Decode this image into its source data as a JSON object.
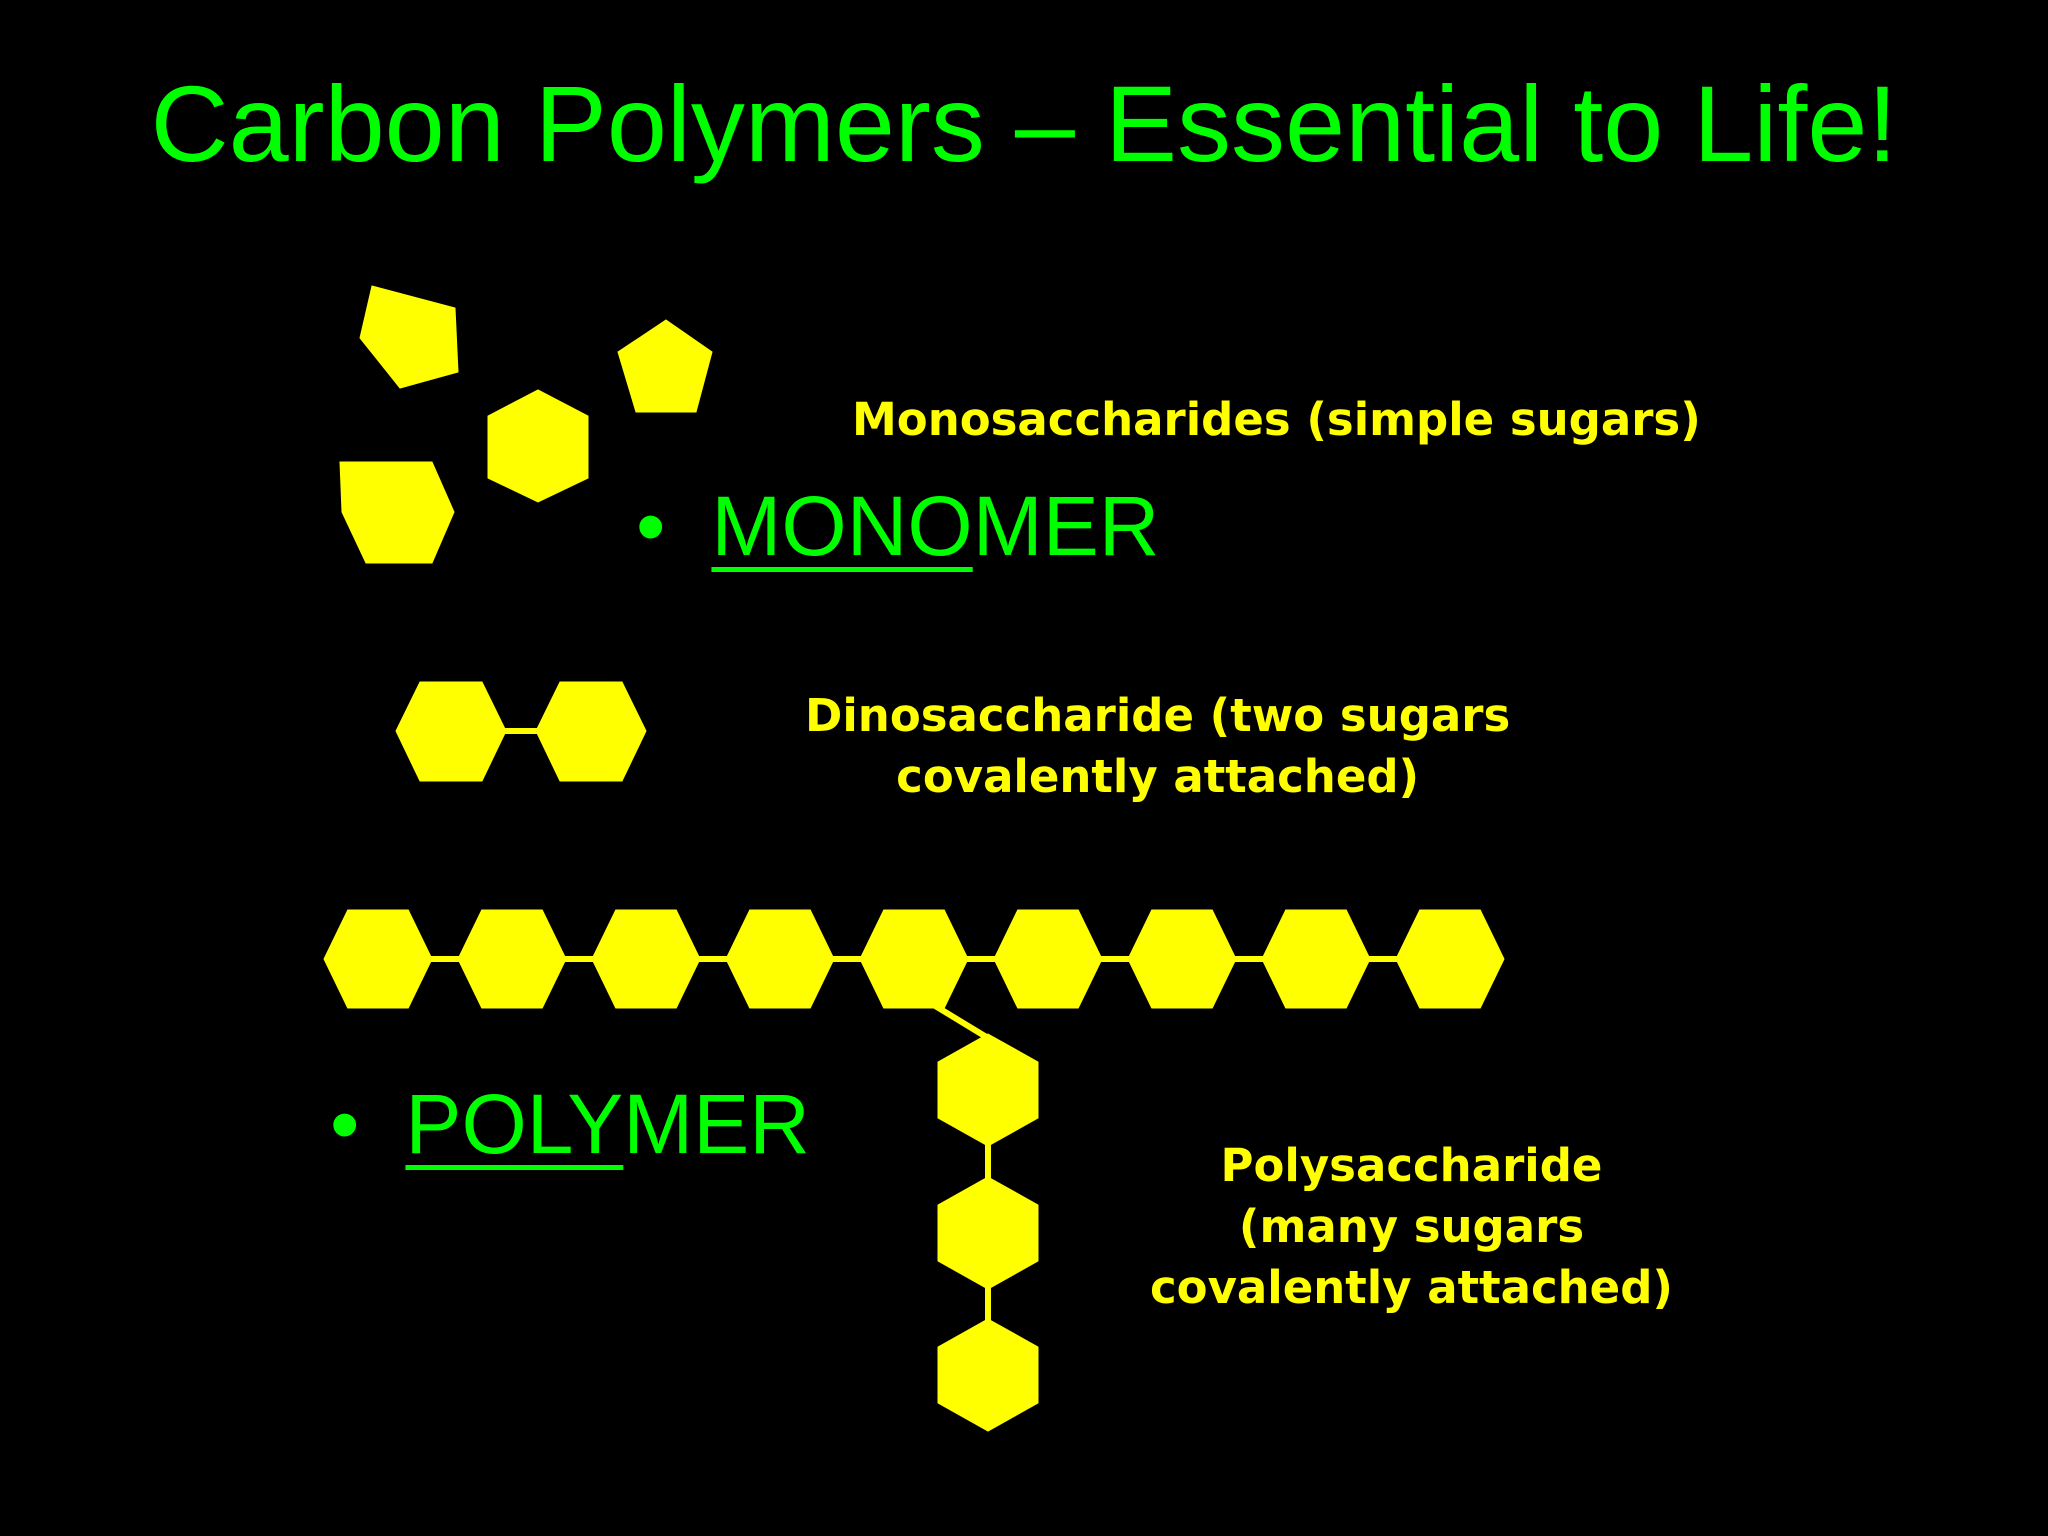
{
  "slide": {
    "title": "Carbon Polymers – Essential to Life!",
    "text_color": "#00ff00",
    "shape_color": "#ffff00",
    "background": "#000000"
  },
  "bullets": {
    "monomer": {
      "symbol": "•",
      "prefix": "MONO",
      "suffix": "MER"
    },
    "polymer": {
      "symbol": "•",
      "prefix": "POLY",
      "suffix": "MER"
    }
  },
  "captions": {
    "monosaccharides": [
      "Monosaccharides (simple sugars)"
    ],
    "dinosaccharide": [
      "Dinosaccharide (two sugars",
      "covalently attached)"
    ],
    "polysaccharide": [
      "Polysaccharide",
      "(many sugars",
      "covalently attached)"
    ]
  }
}
